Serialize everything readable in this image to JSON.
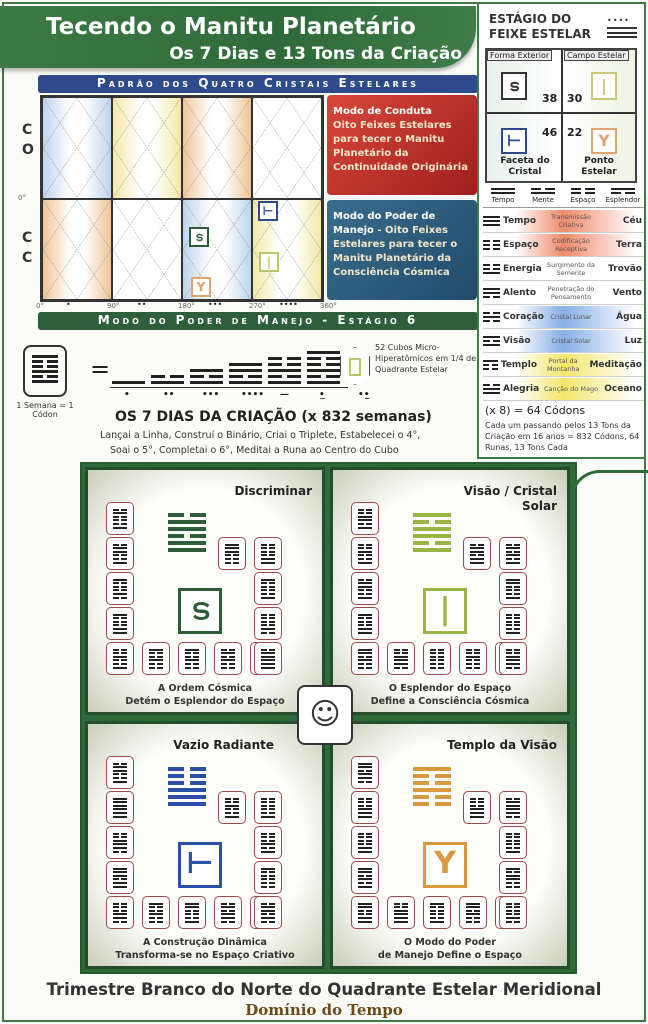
{
  "header": {
    "title": "Tecendo o Manitu Planetário",
    "subtitle": "Os 7 Dias e 13 Tons da Criação"
  },
  "pattern": {
    "band_title": "Padrão dos Quatro Cristais Estelares",
    "left_top": [
      "C",
      "O"
    ],
    "left_bottom": [
      "C",
      "C"
    ],
    "zero_label": "0°",
    "degrees": [
      "0°",
      "90°",
      "180°",
      "270°",
      "360°"
    ],
    "dots": [
      "•",
      "••",
      "•••",
      "••••"
    ],
    "column_colors": [
      "#bcd4ee",
      "#f4e8a6",
      "#eec596",
      "#ffffff",
      "#eec596",
      "#ffffff",
      "#bcd4ee",
      "#f4e8a6"
    ],
    "conduct": {
      "title": "Modo de Conduta",
      "text": "Oito Feixes Estelares para tecer o Manitu Planetário da Continuidade Originária"
    },
    "power": {
      "title": "Modo do Poder de Manejo",
      "text": " - Oito Feixes Estelares para tecer o Manitu Planetário da Consciência Cósmica"
    },
    "bottom_band": "Modo do Poder de Manejo - Estágio 6"
  },
  "days": {
    "week_label": "1 Semana = 1 Códon",
    "equals": "=",
    "steps": [
      {
        "lines": "1",
        "num": "•"
      },
      {
        "lines": "01",
        "num": "••"
      },
      {
        "lines": "101",
        "num": "•••"
      },
      {
        "lines": "1101",
        "num": "••••"
      },
      {
        "lines": "00101",
        "num": "—"
      },
      {
        "lines": "100101",
        "num": "•̲"
      },
      {
        "lines": "100101",
        "num": "••̲"
      }
    ],
    "cubes_text": "52 Cubos Micro-Hiperatômicos em 1/4 de Quadrante Estelar",
    "title": "OS 7 DIAS DA CRIAÇÃO (x 832 semanas)",
    "line1": "Lançai a Linha, Construí o Binário, Criai o Triplete, Estabelecei o 4°,",
    "line2": "Soai o 5°, Completai o 6°, Meditai a Runa ao Centro do Cubo"
  },
  "stage": {
    "title_line1": "ESTÁGIO DO",
    "title_line2": "FEIXE ESTELAR",
    "outer_form": "Forma Exterior",
    "star_field": "Campo Estelar",
    "facet": "Faceta do Cristal",
    "star_point": "Ponto Estelar",
    "numbers": [
      "38",
      "30",
      "46",
      "22"
    ],
    "columns": [
      "Tempo",
      "Mente",
      "Espaço",
      "Esplendor"
    ],
    "rows": [
      {
        "pattern": "111",
        "name": "Tempo",
        "mid": "Transmissão Criativa",
        "right": "Céu",
        "bg": "#f08a6a"
      },
      {
        "pattern": "000",
        "name": "Espaço",
        "mid": "Codificação Receptiva",
        "right": "Terra",
        "bg": "#f08a6a"
      },
      {
        "pattern": "001",
        "name": "Energia",
        "mid": "Surgimento da Semente",
        "right": "Trovão",
        "bg": ""
      },
      {
        "pattern": "110",
        "name": "Alento",
        "mid": "Penetração do Pensamento",
        "right": "Vento",
        "bg": ""
      },
      {
        "pattern": "010",
        "name": "Coração",
        "mid": "Cristal Lunar",
        "right": "Água",
        "bg": "#86aee6"
      },
      {
        "pattern": "101",
        "name": "Visão",
        "mid": "Cristal Solar",
        "right": "Luz",
        "bg": "#86aee6"
      },
      {
        "pattern": "100",
        "name": "Templo",
        "mid": "Portal da Montanha",
        "right": "Meditação",
        "bg": "#f3e66a"
      },
      {
        "pattern": "011",
        "name": "Alegria",
        "mid": "Canção do Mago",
        "right": "Oceano",
        "bg": "#f3e66a"
      }
    ],
    "total": "(x 8) = 64 Códons",
    "note": "Cada um passando pelos 13 Tons da Criação em 16 anos = 832 Códons, 64 Runas, 13 Tons Cada"
  },
  "quadrants": [
    {
      "title": "Discriminar",
      "caption1": "A Ordem Cósmica",
      "caption2": "Detém o Esplendor do Espaço",
      "color": "#2d5e3a",
      "hex": "011011",
      "glyph": "ട"
    },
    {
      "title": "Visão / Cristal Solar",
      "caption1": "O Esplendor do Espaço",
      "caption2": "Define a Consciência Cósmica",
      "color": "#9ab545",
      "hex": "101101",
      "glyph": "|"
    },
    {
      "title": "Vazio Radiante",
      "caption1": "A Construção Dinâmica",
      "caption2": "Transforma-se no Espaço Criativo",
      "color": "#2a4fa6",
      "hex": "000111",
      "glyph": "⊢"
    },
    {
      "title": "Templo da Visão",
      "caption1": "O Modo do Poder",
      "caption2": "de Manejo Define o Espaço",
      "color": "#d99a3e",
      "hex": "100100",
      "glyph": "Y"
    }
  ],
  "footer": {
    "line1": "Trimestre Branco do Norte do Quadrante Estelar Meridional",
    "line2": "Domínio do Tempo"
  }
}
